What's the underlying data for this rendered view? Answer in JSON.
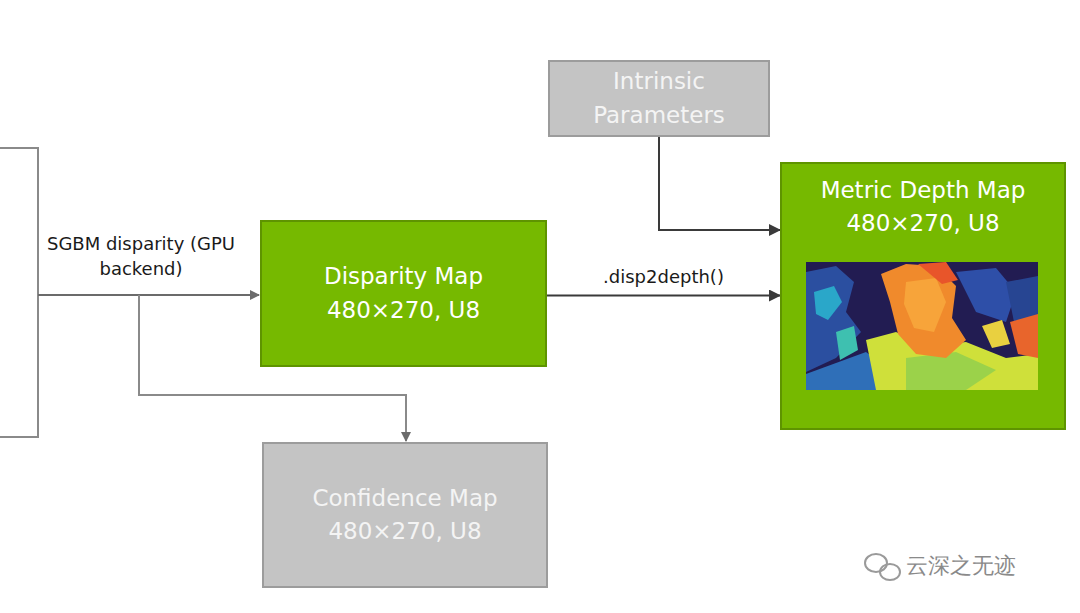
{
  "diagram": {
    "nodes": [
      {
        "text": [
          "Intrinsic Parameters"
        ]
      },
      {
        "text": [
          "Disparity Map",
          "480×270, U8"
        ]
      },
      {
        "text": [
          "Metric Depth Map",
          "480×270, U8"
        ]
      },
      {
        "text": [
          "Confidence Map",
          "480×270, U8"
        ]
      }
    ],
    "edges": [
      {
        "from": 0,
        "to": 2,
        "arrow": "to"
      },
      {
        "from": 1,
        "to": 2,
        "label": ".disp2depth()",
        "arrow": "to"
      }
    ],
    "labels": [
      "SGBM disparity (GPU backend)",
      "云深之无迹"
    ]
  }
}
